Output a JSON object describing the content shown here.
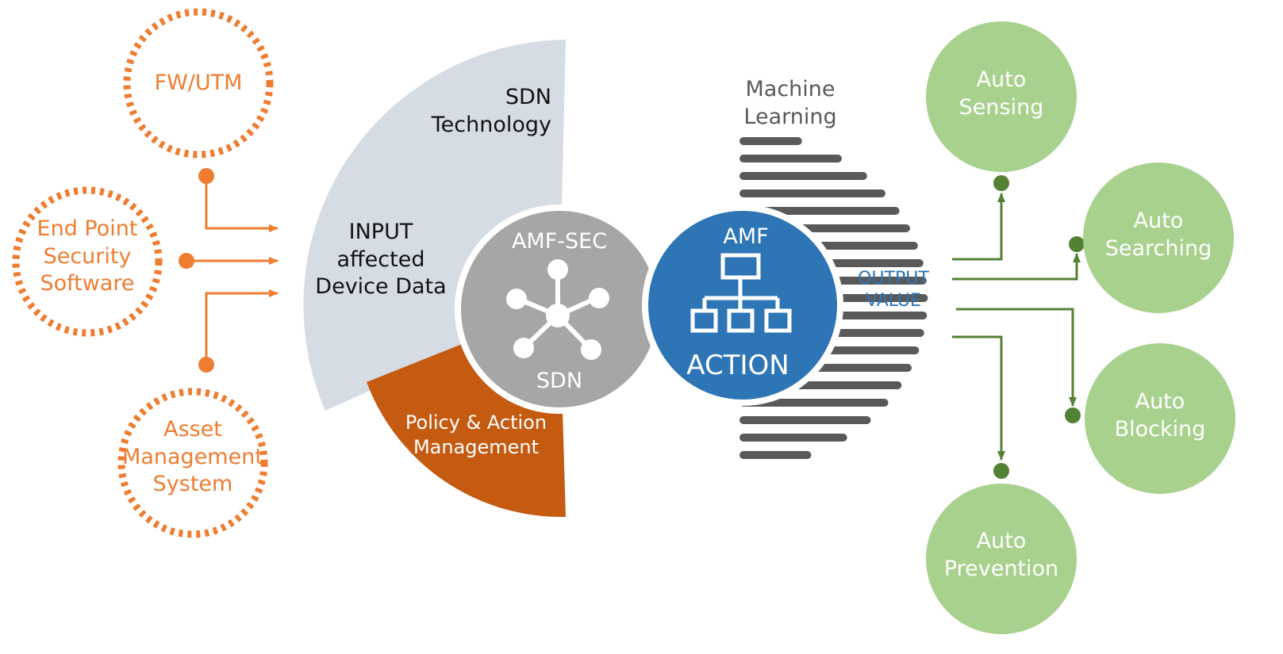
{
  "colors": {
    "orange": "#EE7D31",
    "light_gray_blue": "#D6DCE4",
    "rust": "#C55A11",
    "gray": "#A6A6A6",
    "blue": "#2E75B6",
    "green": "#A9D18E",
    "dark_green": "#548235",
    "stripe": "#595959",
    "text_dark": "#111111",
    "text_gray": "#595959"
  },
  "inputs": [
    {
      "lines": [
        "FW/UTM"
      ]
    },
    {
      "lines": [
        "End Point",
        "Security",
        "Software"
      ]
    },
    {
      "lines": [
        "Asset",
        "Management",
        "System"
      ]
    }
  ],
  "center": {
    "sdn_technology": [
      "SDN",
      "Technology"
    ],
    "input_block": [
      "INPUT",
      "affected",
      "Device Data"
    ],
    "policy": [
      "Policy & Action",
      "Management"
    ],
    "core": {
      "top": "AMF-SEC",
      "bottom": "SDN",
      "icon": "network-hub-icon"
    },
    "amf": {
      "top": "AMF",
      "bottom": "ACTION",
      "icon": "hierarchy-icon"
    }
  },
  "machine_learning": [
    "Machine",
    "Learning"
  ],
  "output": [
    "OUTPUT",
    "VALUE"
  ],
  "results": [
    {
      "lines": [
        "Auto",
        "Sensing"
      ]
    },
    {
      "lines": [
        "Auto",
        "Searching"
      ]
    },
    {
      "lines": [
        "Auto",
        "Blocking"
      ]
    },
    {
      "lines": [
        "Auto",
        "Prevention"
      ]
    }
  ]
}
